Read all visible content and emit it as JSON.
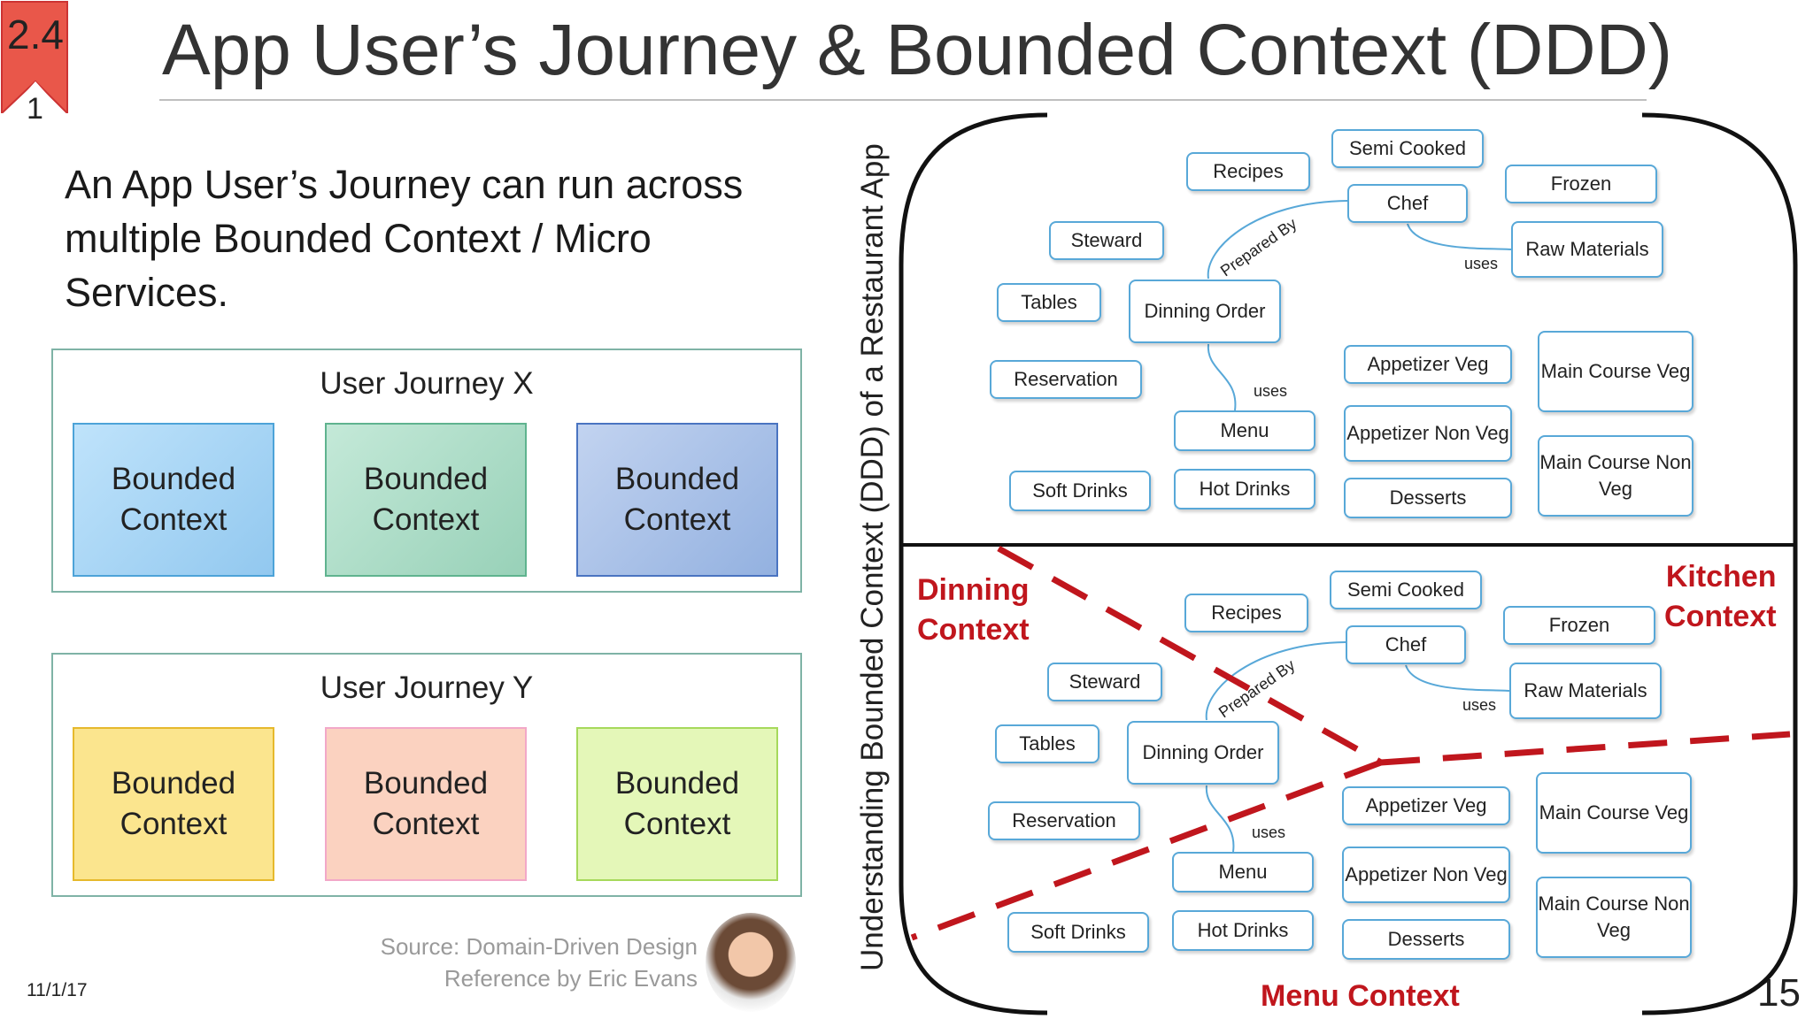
{
  "slide": {
    "badge_number": "2.4",
    "badge_sub": "1",
    "title": "App User’s Journey & Bounded Context (DDD)",
    "intro": "An App User’s Journey can run across multiple Bounded Context / Micro Services.",
    "date": "11/1/17",
    "page_number": "15",
    "source_line1": "Source: Domain-Driven Design",
    "source_line2": "Reference by Eric Evans",
    "vertical_title": "Understanding Bounded Context (DDD) of a Restaurant App"
  },
  "journeys": [
    {
      "title": "User Journey X",
      "contexts": [
        {
          "label_line1": "Bounded",
          "label_line2": "Context",
          "color": "#9fd1f3"
        },
        {
          "label_line1": "Bounded",
          "label_line2": "Context",
          "color": "#a9dcc5"
        },
        {
          "label_line1": "Bounded",
          "label_line2": "Context",
          "color": "#a9c1e6"
        }
      ]
    },
    {
      "title": "User Journey Y",
      "contexts": [
        {
          "label_line1": "Bounded",
          "label_line2": "Context",
          "color": "#fbe58e"
        },
        {
          "label_line1": "Bounded",
          "label_line2": "Context",
          "color": "#fbd2c0"
        },
        {
          "label_line1": "Bounded",
          "label_line2": "Context",
          "color": "#e4f7b8"
        }
      ]
    }
  ],
  "diagram": {
    "nodes": {
      "recipes": "Recipes",
      "semi_cooked": "Semi Cooked",
      "frozen": "Frozen",
      "chef": "Chef",
      "steward": "Steward",
      "raw_materials": "Raw Materials",
      "tables": "Tables",
      "dinning_order": "Dinning Order",
      "reservation": "Reservation",
      "appetizer_veg": "Appetizer Veg",
      "main_course_veg": "Main Course Veg",
      "menu": "Menu",
      "appetizer_non_veg": "Appetizer Non Veg",
      "main_course_non_veg": "Main Course Non Veg",
      "soft_drinks": "Soft Drinks",
      "hot_drinks": "Hot Drinks",
      "desserts": "Desserts"
    },
    "edge_labels": {
      "prepared_by": "Prepared By",
      "uses_chef": "uses",
      "uses_menu": "uses"
    },
    "contexts": {
      "dinning_line1": "Dinning",
      "dinning_line2": "Context",
      "kitchen_line1": "Kitchen",
      "kitchen_line2": "Context",
      "menu": "Menu Context"
    }
  },
  "colors": {
    "badge": "#e9574a",
    "node_border": "#58a8d8",
    "context_red": "#c0161d",
    "journey_border": "#7fb3a6"
  }
}
